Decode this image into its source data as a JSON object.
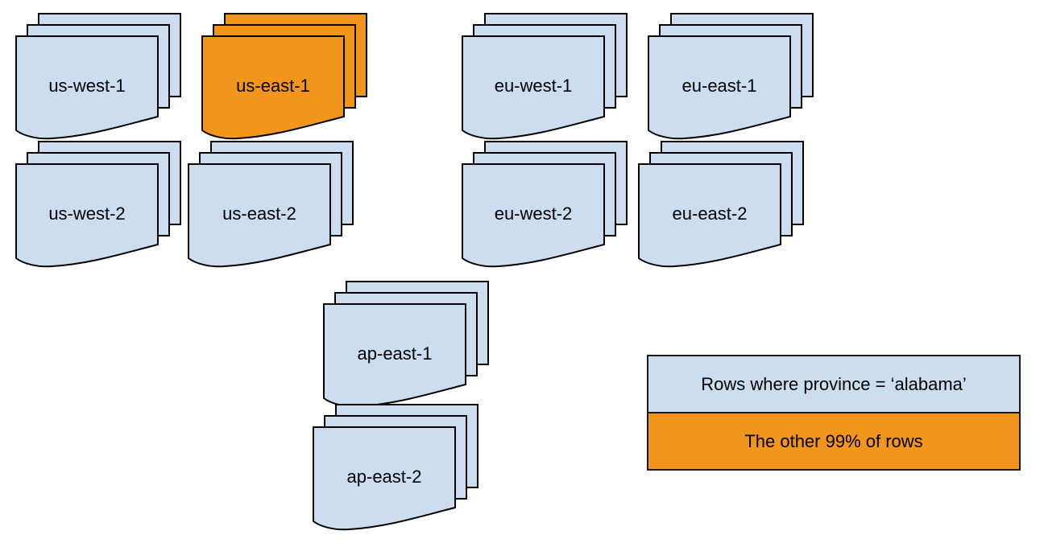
{
  "colors": {
    "region_fill": "#cdddf0",
    "highlight_fill": "#f2951c",
    "stroke": "#000000"
  },
  "stacks": [
    {
      "label": "us-west-1",
      "highlighted": false
    },
    {
      "label": "us-east-1",
      "highlighted": true
    },
    {
      "label": "eu-west-1",
      "highlighted": false
    },
    {
      "label": "eu-east-1",
      "highlighted": false
    },
    {
      "label": "us-west-2",
      "highlighted": false
    },
    {
      "label": "us-east-2",
      "highlighted": false
    },
    {
      "label": "eu-west-2",
      "highlighted": false
    },
    {
      "label": "eu-east-2",
      "highlighted": false
    },
    {
      "label": "ap-east-1",
      "highlighted": false
    },
    {
      "label": "ap-east-2",
      "highlighted": false
    }
  ],
  "legend": {
    "items": [
      {
        "label": "Rows where province = ‘alabama’",
        "color": "#cdddf0"
      },
      {
        "label": "The other 99% of rows",
        "color": "#f2951c"
      }
    ]
  }
}
